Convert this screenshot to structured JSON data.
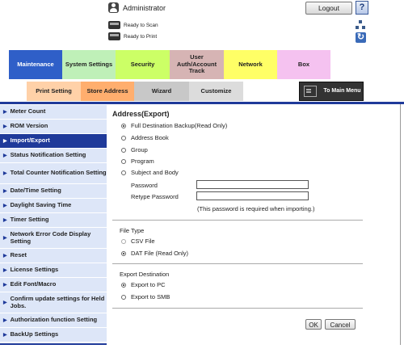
{
  "header": {
    "user": "Administrator",
    "logout_label": "Logout",
    "help_label": "?",
    "status_scan": "Ready to Scan",
    "status_print": "Ready to Print"
  },
  "tabs_row1": [
    {
      "label": "Maintenance",
      "color": "#2f5fc8",
      "active": true
    },
    {
      "label": "System Settings",
      "color": "#bff0b8"
    },
    {
      "label": "Security",
      "color": "#ccff66"
    },
    {
      "label": "User Auth/Account Track",
      "color": "#d6b4b4"
    },
    {
      "label": "Network",
      "color": "#ffff66"
    },
    {
      "label": "Box",
      "color": "#f5c2f0"
    }
  ],
  "tabs_row2": [
    {
      "label": "Print Setting",
      "color": "#ffd1a8"
    },
    {
      "label": "Store Address",
      "color": "#ffae6e"
    },
    {
      "label": "Wizard",
      "color": "#c8c8c8"
    },
    {
      "label": "Customize",
      "color": "#dcdcdc"
    }
  ],
  "to_main_menu": "To Main Menu",
  "sidebar": [
    {
      "label": "Meter Count"
    },
    {
      "label": "ROM Version"
    },
    {
      "label": "Import/Export",
      "active": true
    },
    {
      "label": "Status Notification Setting"
    },
    {
      "label": "Total Counter Notification Setting"
    },
    {
      "label": "Date/Time Setting"
    },
    {
      "label": "Daylight Saving Time"
    },
    {
      "label": "Timer Setting"
    },
    {
      "label": "Network Error Code Display Setting"
    },
    {
      "label": "Reset"
    },
    {
      "label": "License Settings"
    },
    {
      "label": "Edit Font/Macro"
    },
    {
      "label": "Confirm update settings for Held Jobs."
    },
    {
      "label": "Authorization function Setting"
    },
    {
      "label": "BackUp Settings"
    }
  ],
  "main": {
    "title": "Address(Export)",
    "export_options": [
      {
        "label": "Full Destination Backup(Read Only)",
        "selected": true
      },
      {
        "label": "Address Book"
      },
      {
        "label": "Group"
      },
      {
        "label": "Program"
      },
      {
        "label": "Subject and Body"
      }
    ],
    "password_label": "Password",
    "password_value": "",
    "retype_label": "Retype Password",
    "retype_value": "",
    "password_note": "(This password is required when importing.)",
    "file_type_label": "File Type",
    "file_types": [
      {
        "label": "CSV File",
        "disabled": true
      },
      {
        "label": "DAT File (Read Only)",
        "selected": true
      }
    ],
    "export_dest_label": "Export Destination",
    "export_dests": [
      {
        "label": "Export to PC",
        "selected": true
      },
      {
        "label": "Export to SMB"
      }
    ],
    "ok_label": "OK",
    "cancel_label": "Cancel"
  }
}
